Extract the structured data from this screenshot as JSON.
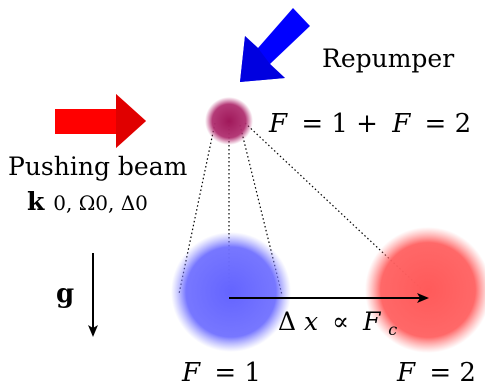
{
  "labels": {
    "repumper": "Repumper",
    "cloud_states_F_part": "F",
    "cloud_states_rest": "= 1 +",
    "cloud_states_F_part2": "F",
    "cloud_states_end": "= 2",
    "pushing_beam": "Pushing beam",
    "beam_params_k": "k",
    "beam_params_rest": "0, Ω0, Δ0",
    "gravity": "g",
    "displacement_delta": "Δ",
    "displacement_x": "x",
    "displacement_prop": "∝",
    "displacement_F": "F",
    "displacement_sub": "c",
    "left_state_F": "F",
    "left_state_value": "= 1",
    "right_state_F": "F",
    "right_state_value": "= 2"
  },
  "colors": {
    "pushing_arrow": "#ff0000",
    "repumper_arrow": "#0000ff",
    "source_cloud": "#a0185a",
    "cloud_F1": "#6464ff",
    "cloud_F2": "#ff5a5a"
  }
}
